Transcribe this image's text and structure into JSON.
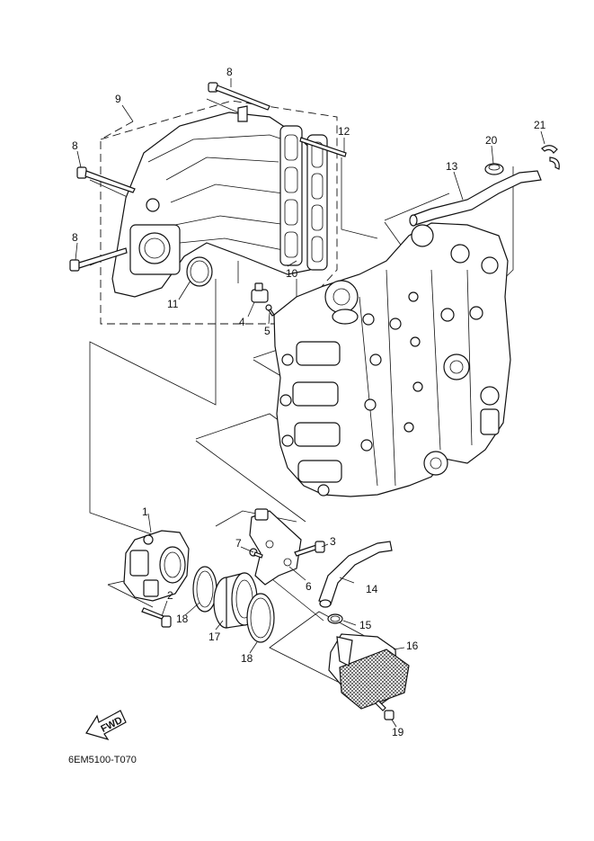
{
  "caption": "6EM5100-T070",
  "fwd_label": "FWD",
  "callouts": {
    "p1": "1",
    "p2": "2",
    "p3": "3",
    "p4": "4",
    "p5": "5",
    "p6": "6",
    "p7": "7",
    "p8a": "8",
    "p8b": "8",
    "p8c": "8",
    "p9": "9",
    "p10": "10",
    "p11": "11",
    "p12": "12",
    "p13": "13",
    "p14": "14",
    "p15": "15",
    "p16": "16",
    "p17": "17",
    "p18a": "18",
    "p18b": "18",
    "p19": "19",
    "p20": "20",
    "p21": "21"
  }
}
